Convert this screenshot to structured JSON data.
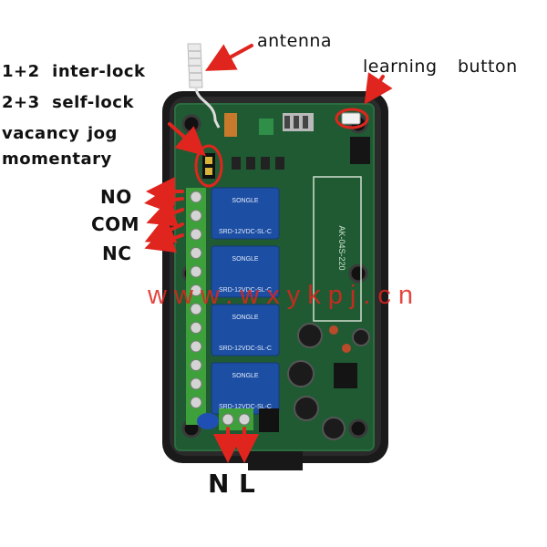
{
  "labels": {
    "antenna": "antenna",
    "learning": "learning",
    "button": "button",
    "interlock": "1+2  inter-lock",
    "selflock": "2+3  self-lock",
    "vacancy": "vacancy",
    "jog": "jog",
    "momentary": "momentary",
    "no": "NO",
    "com": "COM",
    "nc": "NC",
    "n": "N",
    "l": "L"
  },
  "watermark": "www.wxykpj.cn",
  "board": {
    "module_text": "AK-04S-220",
    "relay_brand": "SONGLE",
    "relay_model": "SRD-12VDC-SL-C",
    "relay_count": 4
  },
  "colors": {
    "arrow": "#e0251e",
    "pcb": "#1f5a33",
    "case": "#1a1a1a",
    "relay": "#1c4ea3",
    "terminal": "#3da03a"
  }
}
